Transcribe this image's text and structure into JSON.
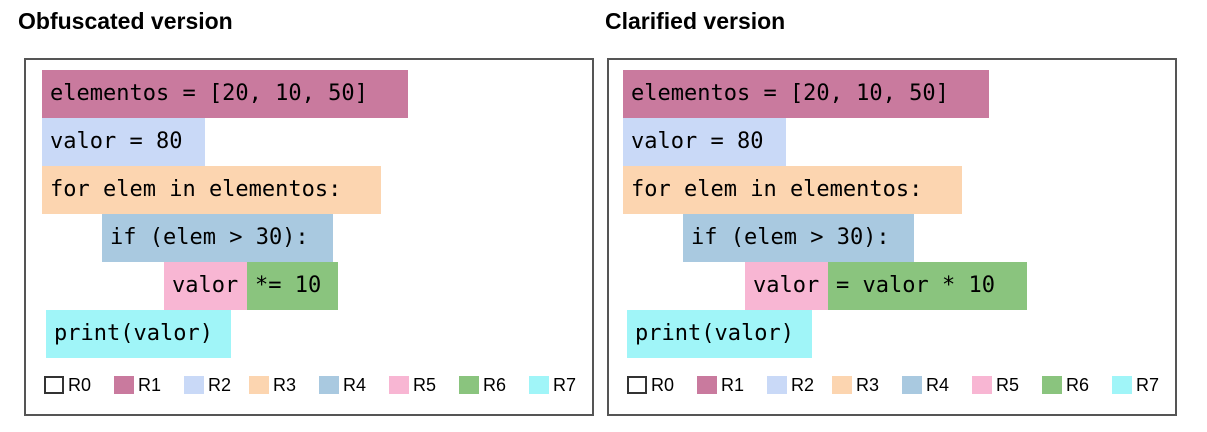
{
  "panels": [
    {
      "title": "Obfuscated version",
      "lines": [
        [
          "elementos = [20, 10, 50]"
        ],
        [
          "valor = 80"
        ],
        [
          "for elem in elementos:"
        ],
        [
          "if (elem > 30):"
        ],
        [
          "valor",
          "*= 10"
        ],
        [
          "print(valor)"
        ]
      ]
    },
    {
      "title": "Clarified version",
      "lines": [
        [
          "elementos = [20, 10, 50]"
        ],
        [
          "valor = 80"
        ],
        [
          "for elem in elementos:"
        ],
        [
          "if (elem > 30):"
        ],
        [
          "valor",
          "= valor * 10"
        ],
        [
          "print(valor)"
        ]
      ]
    }
  ],
  "legend": [
    {
      "label": "R0",
      "color": "#ffffff"
    },
    {
      "label": "R1",
      "color": "#c97a9e"
    },
    {
      "label": "R2",
      "color": "#c9d9f7"
    },
    {
      "label": "R3",
      "color": "#fcd5b0"
    },
    {
      "label": "R4",
      "color": "#a9c9e0"
    },
    {
      "label": "R5",
      "color": "#f8b6d3"
    },
    {
      "label": "R6",
      "color": "#8ac47e"
    },
    {
      "label": "R7",
      "color": "#a0f5f8"
    }
  ]
}
